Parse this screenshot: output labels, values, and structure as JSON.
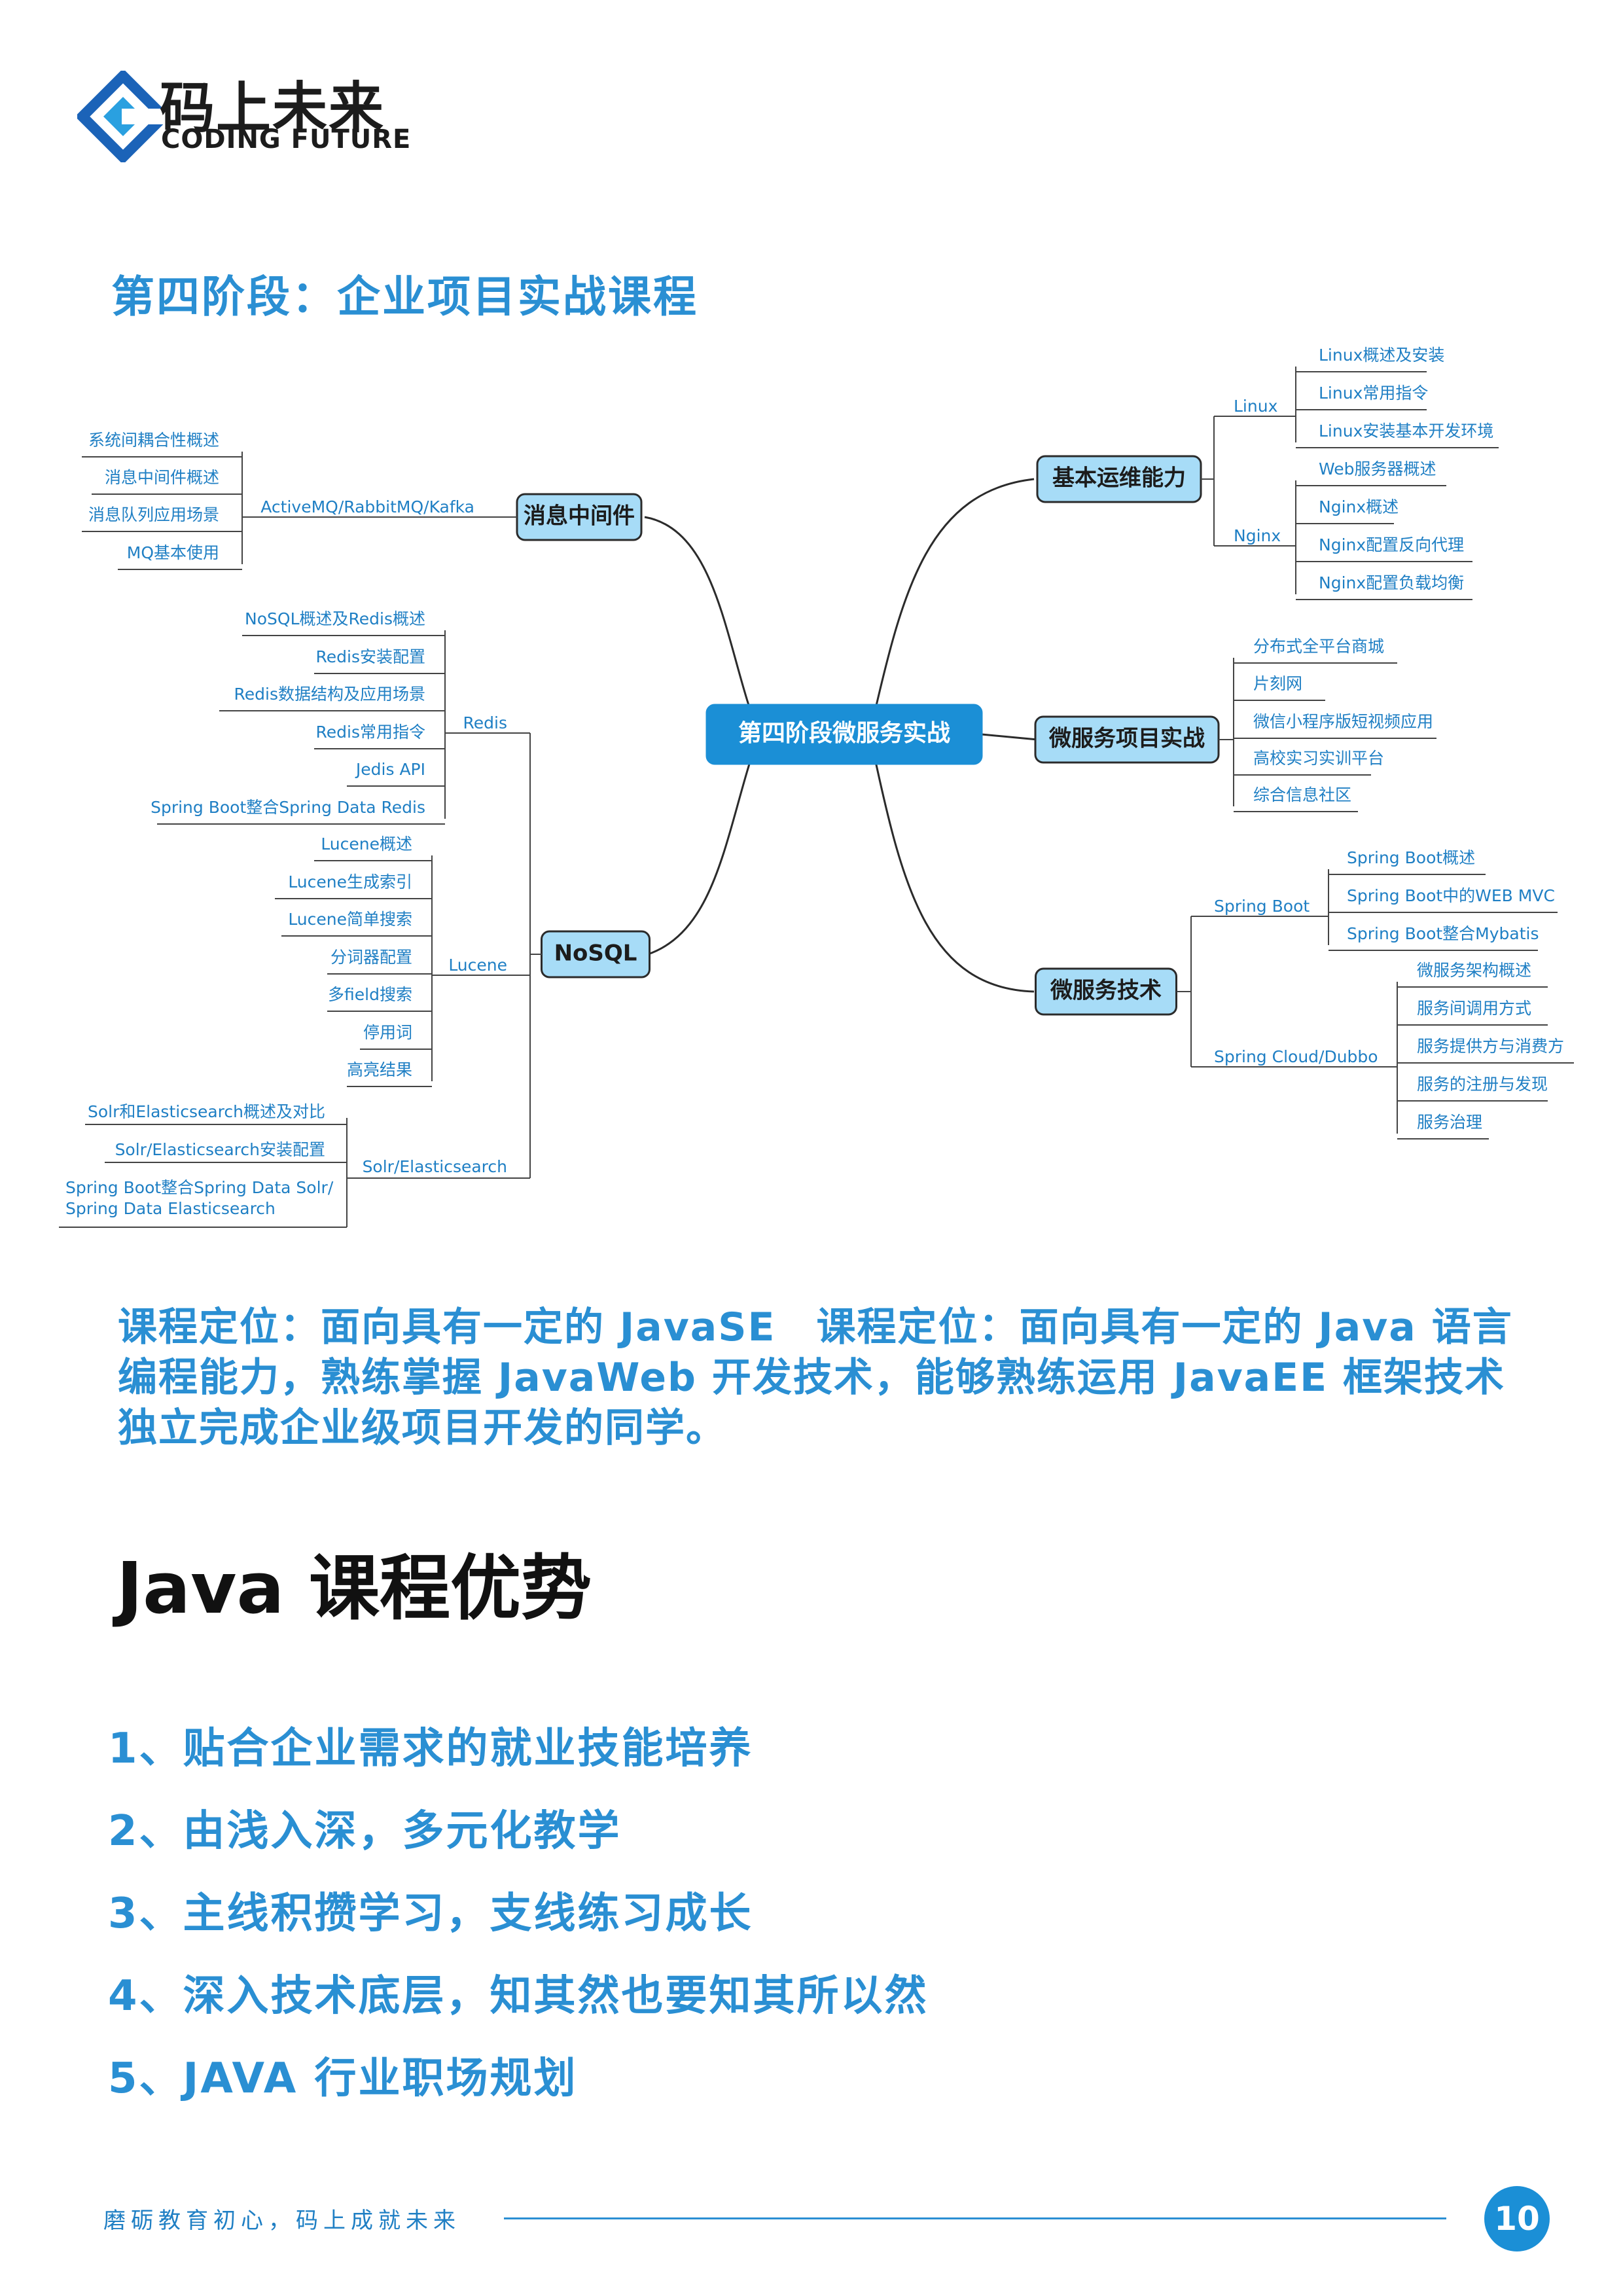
{
  "brand": {
    "name_cn": "码上未来",
    "name_en": "CODING FUTURE",
    "color": "#2a8fd3"
  },
  "section_title": "第四阶段：企业项目实战课程",
  "mindmap": {
    "center": "第四阶段微服务实战",
    "left": [
      {
        "name": "消息中间件",
        "groups": [
          {
            "name": "ActiveMQ/RabbitMQ/Kafka",
            "items": [
              "系统间耦合性概述",
              "消息中间件概述",
              "消息队列应用场景",
              "MQ基本使用"
            ]
          }
        ]
      },
      {
        "name": "NoSQL",
        "groups": [
          {
            "name": "Redis",
            "items": [
              "NoSQL概述及Redis概述",
              "Redis安装配置",
              "Redis数据结构及应用场景",
              "Redis常用指令",
              "Jedis API",
              "Spring Boot整合Spring Data Redis"
            ]
          },
          {
            "name": "Lucene",
            "items": [
              "Lucene概述",
              "Lucene生成索引",
              "Lucene简单搜索",
              "分词器配置",
              "多field搜索",
              "停用词",
              "高亮结果"
            ]
          },
          {
            "name": "Solr/Elasticsearch",
            "items": [
              "Solr和Elasticsearch概述及对比",
              "Solr/Elasticsearch安装配置",
              "Spring Boot整合Spring Data Solr/",
              "Spring Data Elasticsearch"
            ]
          }
        ]
      }
    ],
    "right": [
      {
        "name": "基本运维能力",
        "groups": [
          {
            "name": "Linux",
            "items": [
              "Linux概述及安装",
              "Linux常用指令",
              "Linux安装基本开发环境"
            ]
          },
          {
            "name": "Nginx",
            "items": [
              "Web服务器概述",
              "Nginx概述",
              "Nginx配置反向代理",
              "Nginx配置负载均衡"
            ]
          }
        ]
      },
      {
        "name": "微服务项目实战",
        "groups": [
          {
            "name": "",
            "items": [
              "分布式全平台商城",
              "片刻网",
              "微信小程序版短视频应用",
              "高校实习实训平台",
              "综合信息社区"
            ]
          }
        ]
      },
      {
        "name": "微服务技术",
        "groups": [
          {
            "name": "Spring Boot",
            "items": [
              "Spring Boot概述",
              "Spring Boot中的WEB MVC",
              "Spring Boot整合Mybatis"
            ]
          },
          {
            "name": "Spring Cloud/Dubbo",
            "items": [
              "微服务架构概述",
              "服务间调用方式",
              "服务提供方与消费方",
              "服务的注册与发现",
              "服务治理"
            ]
          }
        ]
      }
    ]
  },
  "positioning": "课程定位：面向具有一定的 JavaSE　课程定位：面向具有一定的 Java 语言编程能力，熟练掌握 JavaWeb 开发技术，能够熟练运用 JavaEE 框架技术独立完成企业级项目开发的同学。",
  "advantages": {
    "title": "Java 课程优势",
    "items": [
      "1、贴合企业需求的就业技能培养",
      "2、由浅入深，多元化教学",
      "3、主线积攒学习，支线练习成长",
      "4、深入技术底层，知其然也要知其所以然",
      "5、JAVA 行业职场规划"
    ]
  },
  "footer": {
    "slogan": "磨砺教育初心，码上成就未来",
    "page_number": "10"
  }
}
